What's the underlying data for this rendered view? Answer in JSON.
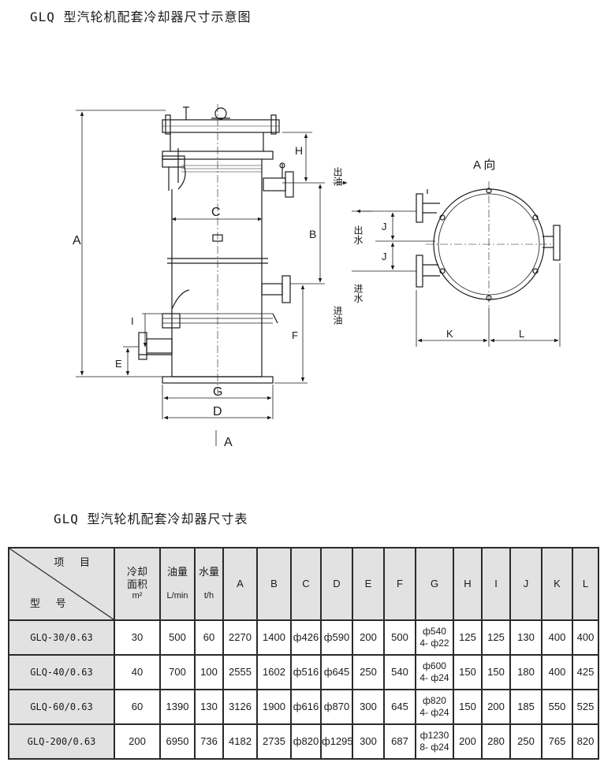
{
  "diagram_title": "GLQ 型汽轮机配套冷却器尺寸示意图",
  "table_title": "GLQ 型汽轮机配套冷却器尺寸表",
  "labels": {
    "A": "A",
    "B": "B",
    "C": "C",
    "D": "D",
    "E": "E",
    "F": "F",
    "G": "G",
    "H": "H",
    "I": "I",
    "J": "J",
    "K": "K",
    "L": "L",
    "view": "A 向",
    "oil_out": "出油",
    "oil_in": "进油",
    "water_out": "出水",
    "water_in": "进水",
    "section_mark": "A"
  },
  "table": {
    "corner_top": "项 目",
    "corner_bottom": "型 号",
    "headers": {
      "area": [
        "冷却",
        "面积",
        "m²"
      ],
      "oil": [
        "油量",
        "",
        "L/min"
      ],
      "water": [
        "水量",
        "",
        "t/h"
      ],
      "dims": [
        "A",
        "B",
        "C",
        "D",
        "E",
        "F",
        "G",
        "H",
        "I",
        "J",
        "K",
        "L"
      ]
    },
    "rows": [
      {
        "model": "GLQ-30/0.63",
        "area": "30",
        "oil": "500",
        "water": "60",
        "A": "2270",
        "B": "1400",
        "C": "ф426",
        "D": "ф590",
        "E": "200",
        "F": "500",
        "G1": "ф540",
        "G2": "4- ф22",
        "H": "125",
        "I": "125",
        "J": "130",
        "K": "400",
        "L": "400"
      },
      {
        "model": "GLQ-40/0.63",
        "area": "40",
        "oil": "700",
        "water": "100",
        "A": "2555",
        "B": "1602",
        "C": "ф516",
        "D": "ф645",
        "E": "250",
        "F": "540",
        "G1": "ф600",
        "G2": "4- ф24",
        "H": "150",
        "I": "150",
        "J": "180",
        "K": "400",
        "L": "425"
      },
      {
        "model": "GLQ-60/0.63",
        "area": "60",
        "oil": "1390",
        "water": "130",
        "A": "3126",
        "B": "1900",
        "C": "ф616",
        "D": "ф870",
        "E": "300",
        "F": "645",
        "G1": "ф820",
        "G2": "4- ф24",
        "H": "150",
        "I": "200",
        "J": "185",
        "K": "550",
        "L": "525"
      },
      {
        "model": "GLQ-200/0.63",
        "area": "200",
        "oil": "6950",
        "water": "736",
        "A": "4182",
        "B": "2735",
        "C": "ф820",
        "D": "ф1295",
        "E": "300",
        "F": "687",
        "G1": "ф1230",
        "G2": "8- ф24",
        "H": "200",
        "I": "280",
        "J": "250",
        "K": "765",
        "L": "820"
      }
    ]
  }
}
